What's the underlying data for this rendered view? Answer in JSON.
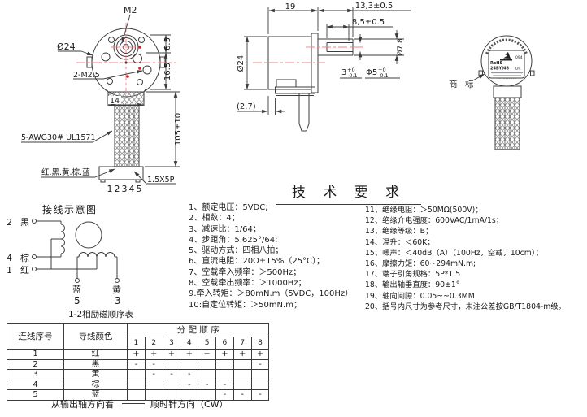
{
  "colors": {
    "line": "#3c3c3c",
    "centerline": "#f08080",
    "red_dot": "#cc2222",
    "rohs_green": "#00a651"
  },
  "front_view": {
    "m2": "M2",
    "dia": "Ø24",
    "holes": "2-M2.5",
    "d65": "6.5",
    "d165": "16.5",
    "d14": "14",
    "d105": "105±10",
    "cable_spec": "5-AWG30# UL1571",
    "wire_colors": "红.黑.黄.棕.蓝",
    "connector": "1.5X5P",
    "pins": "12345"
  },
  "side_view": {
    "d19": "19",
    "d133": "13,3±0.5",
    "d85": "8,5±0.5",
    "dia_body": "Ø24",
    "dia_shaft": "Ø7.8",
    "flat": "3",
    "flat_p": "+0",
    "flat_m": "-0.1",
    "tip": "Φ5",
    "tip_p": "+0",
    "tip_m": "-0.1",
    "d27": "(2.7)"
  },
  "trademark": {
    "callout": "商 标",
    "rohs": "RoHS",
    "model": "24BYJ48",
    "dc": "DC",
    "num": "094"
  },
  "wiring": {
    "title": "接线示意图",
    "t2_num": "2",
    "t2_color": "黑",
    "t4_num": "4",
    "t4_color": "棕",
    "t1_num": "1",
    "t1_color": "红",
    "t5_num": "5",
    "t5_color": "蓝",
    "t3_num": "3",
    "t3_color": "黄"
  },
  "tech": {
    "title": "技 术 要 求",
    "left_items": [
      "1、额定电压：5VDC;",
      "2、相数：4；",
      "3、减速比：1/64；",
      "4、步距角：5.625°/64;",
      "5、驱动方式：四相八拍；",
      "6、直流电阻：20Ω±15%（25°C）；",
      "7、空载牵入频率：＞500Hz；",
      "8、空载牵出频率：＞1000Hz；",
      "9.牵入转矩：＞80mN.m（5VDC，100Hz）",
      "10:自定位转矩：＞50mN.m；"
    ],
    "right_items": [
      "11、绝缘电阻：＞50MΩ(500V)；",
      "12、绝缘介电强度：600VAC/1mA/1s；",
      "13、绝缘等级：B；",
      "14、温升：＜60K；",
      "15、噪声：＜40dB（A）（100Hz，空载，10cm）；",
      "16、摩擦力矩：60~294mN.m;",
      "17、端子引角规格：5P*1.5",
      "18、输出轴垂直度：90±1°",
      "19、轴向间隙：0.05~~0.3MM",
      "20、括号内尺寸为参考尺寸，未注公差按GB/T1804-m级。"
    ]
  },
  "sequence_table": {
    "title": "1-2相励磁顺序表",
    "wire_no_header": "连线序号",
    "wire_color_header": "导线颜色",
    "order_header": "分 配 顺 序",
    "steps": [
      "1",
      "2",
      "3",
      "4",
      "5",
      "6",
      "7",
      "8"
    ],
    "rows": [
      {
        "no": "1",
        "color": "红",
        "s": [
          "+",
          "+",
          "+",
          "+",
          "+",
          "+",
          "+",
          "+"
        ]
      },
      {
        "no": "2",
        "color": "黑",
        "s": [
          "-",
          "-",
          "",
          "",
          "",
          "",
          "",
          "-"
        ]
      },
      {
        "no": "3",
        "color": "黄",
        "s": [
          "",
          "-",
          "-",
          "-",
          "",
          "",
          "",
          ""
        ]
      },
      {
        "no": "4",
        "color": "棕",
        "s": [
          "",
          "",
          "",
          "-",
          "-",
          "-",
          "",
          ""
        ]
      },
      {
        "no": "5",
        "color": "蓝",
        "s": [
          "",
          "",
          "",
          "",
          "",
          "-",
          "-",
          "-"
        ]
      }
    ],
    "footer_left": "从输出轴方向看",
    "footer_right": "顺时针方向（CW）"
  }
}
